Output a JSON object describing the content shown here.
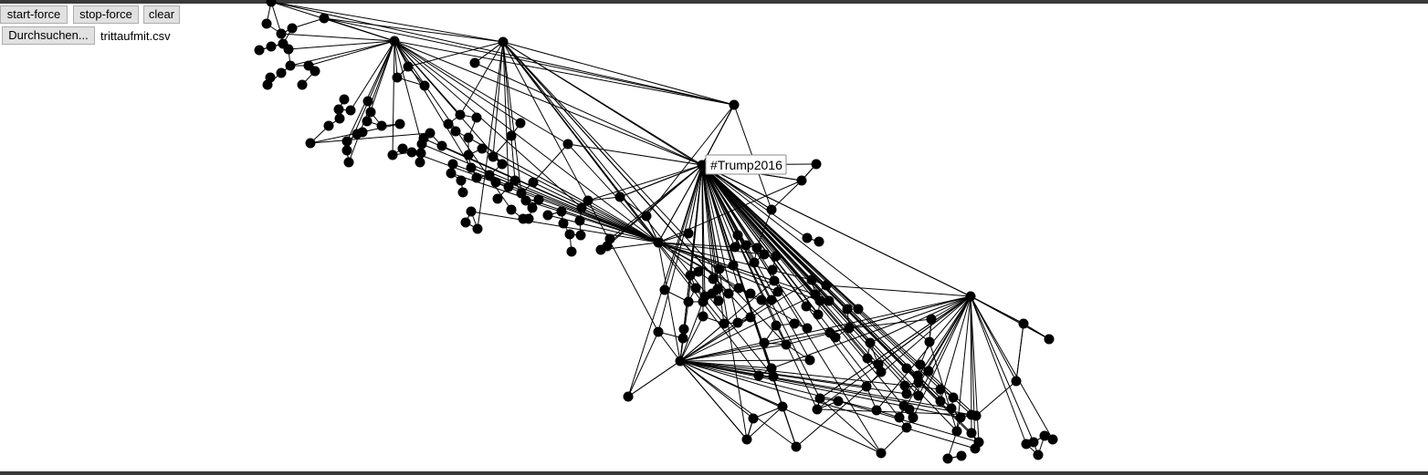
{
  "toolbar": {
    "start_force_label": "start-force",
    "stop_force_label": "stop-force",
    "clear_label": "clear",
    "browse_label": "Durchsuchen...",
    "file_name": "trittaufmit.csv"
  },
  "graph": {
    "highlighted_label": "#Trump2016",
    "node_color": "#000000",
    "edge_color": "#000000"
  }
}
